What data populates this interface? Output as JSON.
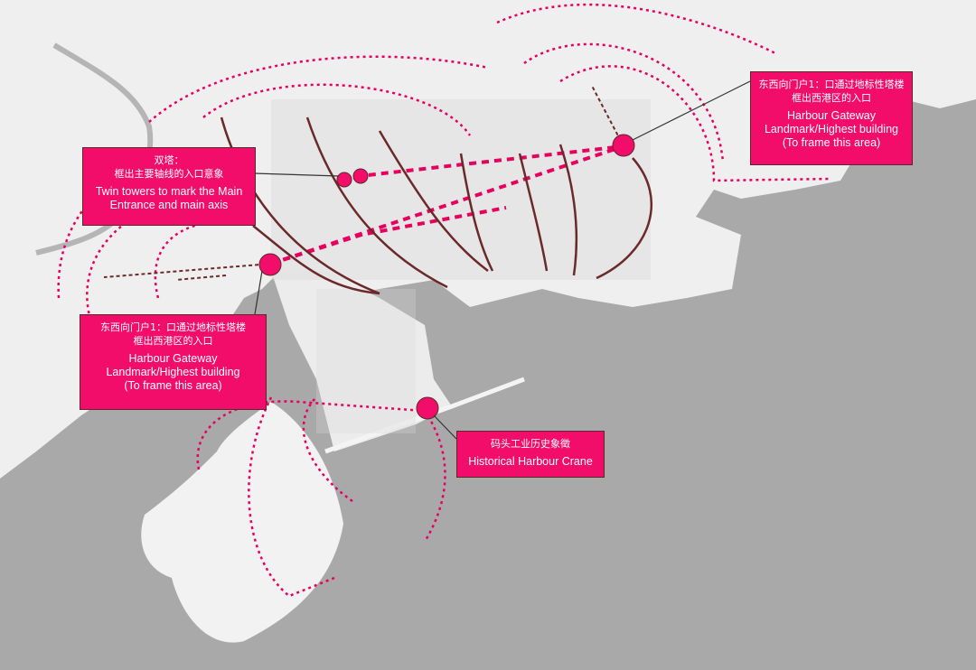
{
  "colors": {
    "accent": "#f20d6b",
    "arrow": "#6b2a2a",
    "water": "#a9a9a9",
    "land": "#efefef"
  },
  "labels": {
    "gateway_east": {
      "cn1": "东西向门户1：口通过地标性塔楼",
      "cn2": "框出西港区的入口",
      "en1": "Harbour Gateway",
      "en2": "Landmark/Highest building",
      "en3": "(To frame this area)"
    },
    "twin_towers": {
      "cn1": "双塔：",
      "cn2": "框出主要轴线的入口意象",
      "en1": "Twin towers to mark the Main",
      "en2": "Entrance and main axis"
    },
    "gateway_west": {
      "cn1": "东西向门户1：口通过地标性塔楼",
      "cn2": "框出西港区的入口",
      "en1": "Harbour Gateway",
      "en2": "Landmark/Highest building",
      "en3": "(To frame this area)"
    },
    "crane": {
      "cn1": "码头工业历史象徵",
      "en1": "Historical Harbour Crane"
    }
  }
}
